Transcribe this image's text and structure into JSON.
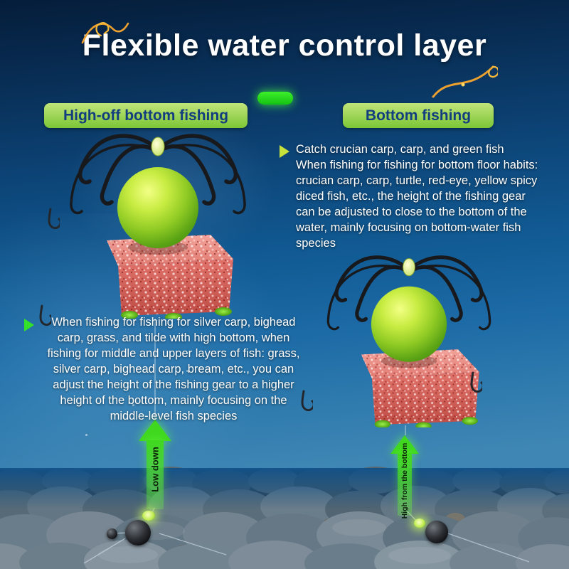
{
  "title": "Flexible water control layer",
  "sections": {
    "high_off": {
      "label": "High-off bottom fishing",
      "description": "When fishing for fishing for silver carp, bighead carp, grass, and tilde with high bottom, when fishing for middle and upper layers of fish: grass, silver carp, bighead carp, bream, etc., you can adjust the height of the fishing gear to a higher height of the bottom, mainly focusing on the middle-level fish species",
      "arrow_label": "Low down"
    },
    "bottom": {
      "label": "Bottom fishing",
      "description_line1": "Catch crucian carp, carp, and green fish",
      "description": "When fishing for fishing for bottom floor habits: crucian carp, carp, turtle, red-eye, yellow spicy diced fish, etc., the height of the fishing gear can be adjusted to close to the bottom of the water, mainly focusing on bottom-water fish species",
      "arrow_label": "High from the bottom"
    }
  },
  "icons": {
    "top_left": "fishing-hook-icon",
    "top_right": "fishing-hook-icon",
    "bullet": "triangle-right-icon",
    "arrow": "arrow-up-icon"
  },
  "colors": {
    "accent_green": "#35e01f",
    "label_bg_top": "#c0e47a",
    "label_bg_bottom": "#7cc636",
    "label_text": "#123d7e",
    "float_green": "#9ed32b",
    "bait_red": "#d95852",
    "deep_water": "#082c52",
    "text": "#ffffff",
    "hook_orange": "#eda12f"
  }
}
